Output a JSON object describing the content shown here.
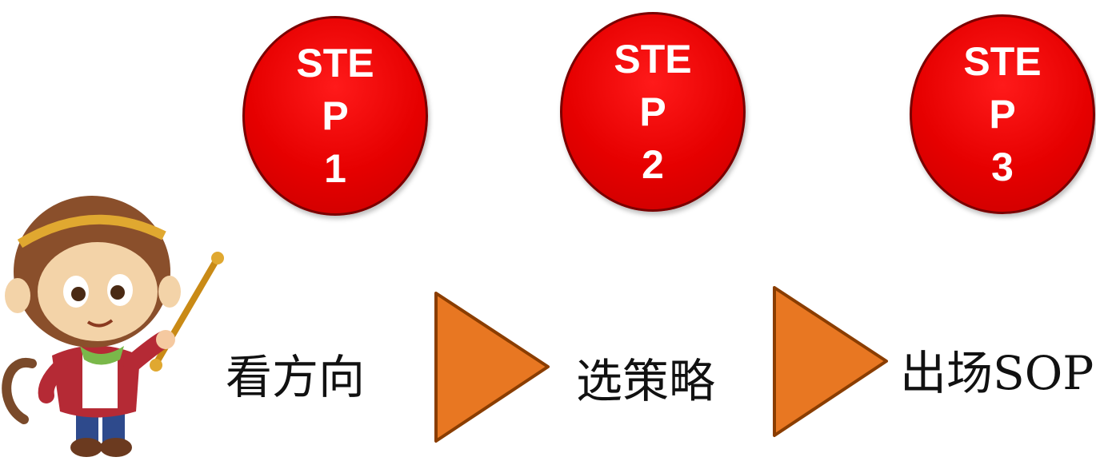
{
  "steps": [
    {
      "line1": "STE",
      "line2": "P",
      "number": "1",
      "label": "看方向"
    },
    {
      "line1": "STE",
      "line2": "P",
      "number": "2",
      "label": "选策略"
    },
    {
      "line1": "STE",
      "line2": "P",
      "number": "3",
      "label": "出场SOP"
    }
  ],
  "colors": {
    "step_circle": "#e60000",
    "arrow": "#e87722",
    "text": "#111111"
  },
  "icons": [
    "monkey-king-mascot",
    "arrow-right-triangle"
  ]
}
